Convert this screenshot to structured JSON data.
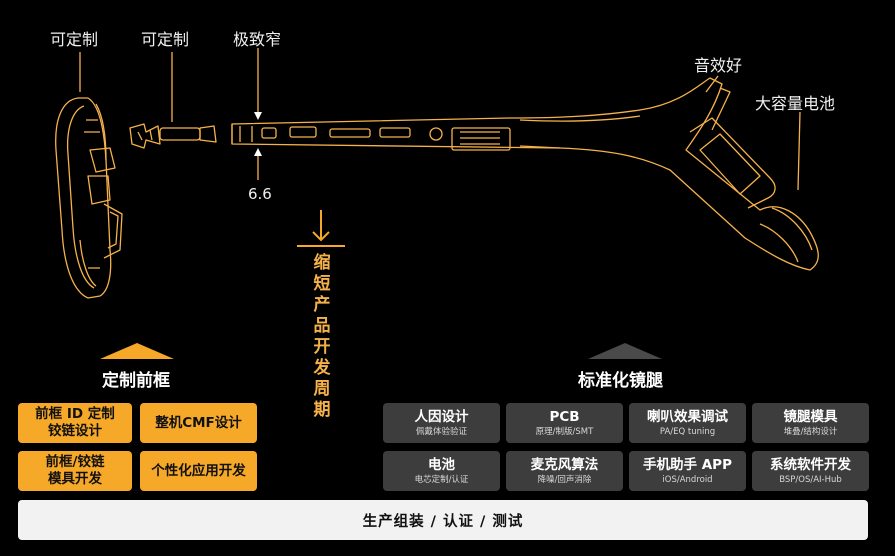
{
  "labels": {
    "customizable_1": "可定制",
    "customizable_2": "可定制",
    "ultra_narrow": "极致窄",
    "good_sound": "音效好",
    "large_battery": "大容量电池",
    "thickness": "6.6"
  },
  "vertical_text": [
    "缩",
    "短",
    "产",
    "品",
    "开",
    "发",
    "周",
    "期"
  ],
  "left_section": {
    "title": "定制前框",
    "boxes": [
      "前框 ID 定制\n铰链设计",
      "整机CMF设计",
      "前框/铰链\n模具开发",
      "个性化应用开发"
    ]
  },
  "right_section": {
    "title": "标准化镜腿",
    "boxes": [
      {
        "title": "人因设计",
        "sub": "佩戴体验验证"
      },
      {
        "title": "PCB",
        "sub": "原理/制版/SMT"
      },
      {
        "title": "喇叭效果调试",
        "sub": "PA/EQ tuning"
      },
      {
        "title": "镜腿模具",
        "sub": "堆叠/结构设计"
      },
      {
        "title": "电池",
        "sub": "电芯定制/认证"
      },
      {
        "title": "麦克风算法",
        "sub": "降噪/回声消除"
      },
      {
        "title": "手机助手 APP",
        "sub": "iOS/Android"
      },
      {
        "title": "系统软件开发",
        "sub": "BSP/OS/AI-Hub"
      }
    ]
  },
  "bottom_bar": "生产组装 / 认证 / 测试",
  "colors": {
    "accent": "#f6a828",
    "box_gray": "#3d3d3d",
    "background": "#000000",
    "line_art": "#f6b24a"
  }
}
